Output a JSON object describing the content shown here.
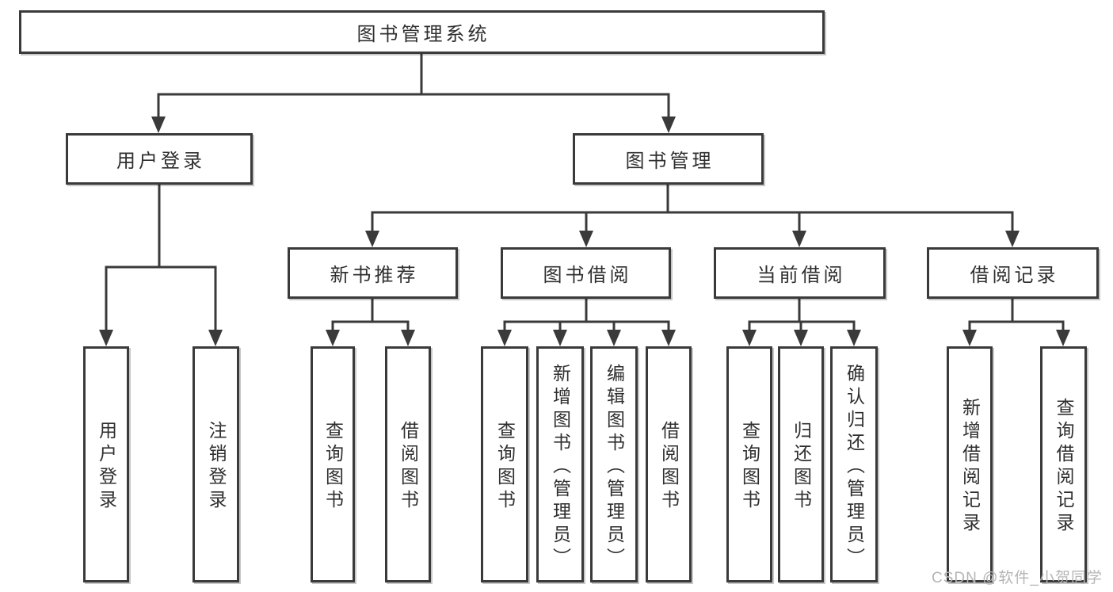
{
  "diagram": {
    "title": "图书管理系统",
    "root": {
      "label": "图书管理系统"
    },
    "branches": {
      "user_login": {
        "label": "用户登录",
        "children": [
          {
            "label": "用户登录"
          },
          {
            "label": "注销登录"
          }
        ]
      },
      "book_mgmt": {
        "label": "图书管理",
        "children": [
          {
            "label": "新书推荐",
            "children": [
              {
                "label": "查询图书"
              },
              {
                "label": "借阅图书"
              }
            ]
          },
          {
            "label": "图书借阅",
            "children": [
              {
                "label": "查询图书"
              },
              {
                "label": "新增图书（管理员）"
              },
              {
                "label": "编辑图书（管理员）"
              },
              {
                "label": "借阅图书"
              }
            ]
          },
          {
            "label": "当前借阅",
            "children": [
              {
                "label": "查询图书"
              },
              {
                "label": "归还图书"
              },
              {
                "label": "确认归还（管理员）"
              }
            ]
          },
          {
            "label": "借阅记录",
            "children": [
              {
                "label": "新增借阅记录"
              },
              {
                "label": "查询借阅记录"
              }
            ]
          }
        ]
      }
    }
  },
  "watermark": {
    "text": "CSDN @软件_小贺同学"
  },
  "colors": {
    "background": "#ffffff",
    "box_fill": "#ffffff",
    "box_border": "#3a3a3a",
    "line": "#3a3a3a",
    "text": "#2f2f2f",
    "watermark": "#b5b5b5"
  }
}
